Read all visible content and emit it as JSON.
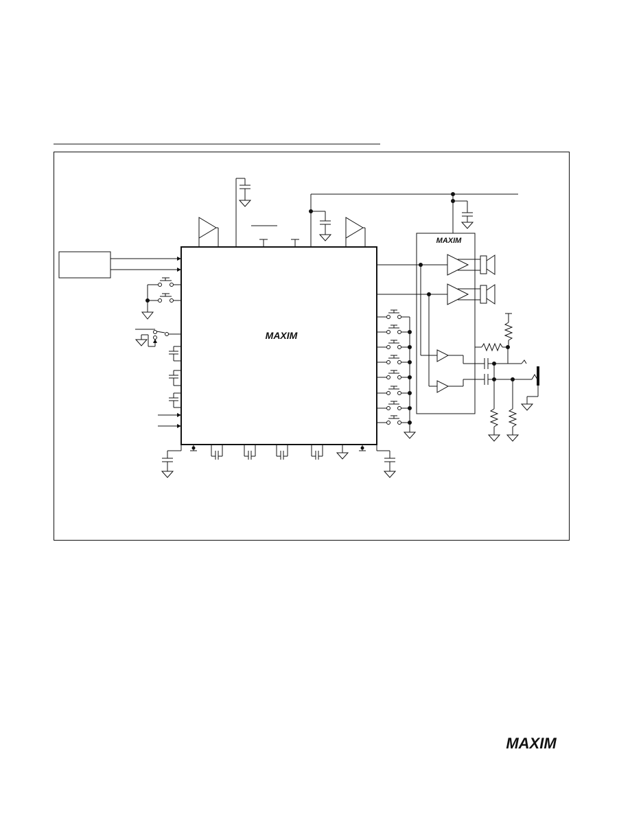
{
  "branding": {
    "chip_logo": "MAXIM",
    "amp_logo": "MAXIM",
    "footer_logo": "MAXIM"
  },
  "colors": {
    "ink": "#111111",
    "paper": "#ffffff"
  },
  "switches": {
    "left_count": 2,
    "right_count": 8
  }
}
